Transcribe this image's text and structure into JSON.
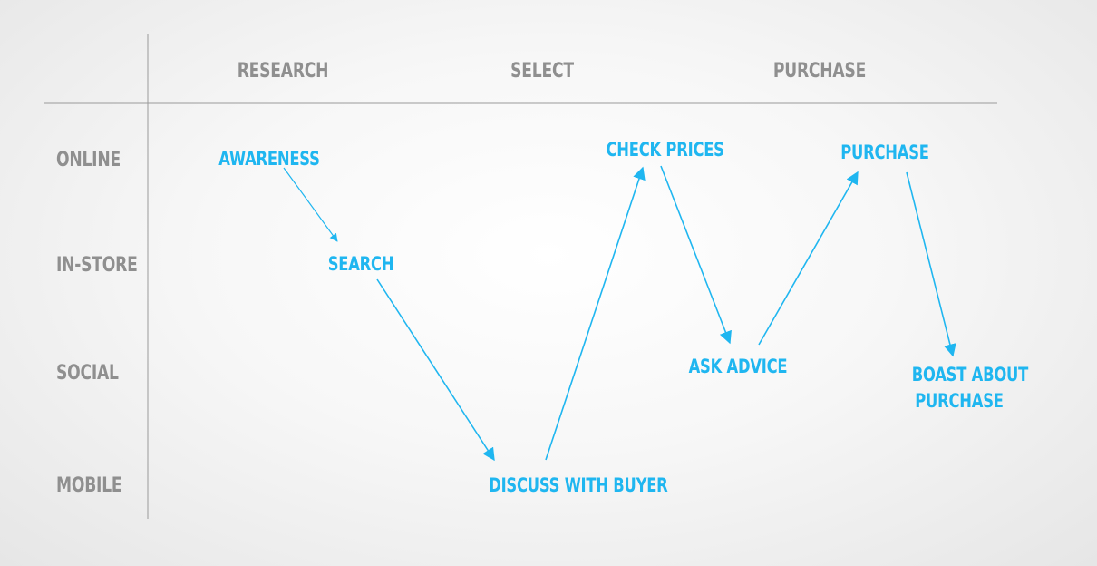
{
  "columns": [
    "RESEARCH",
    "SELECT",
    "PURCHASE"
  ],
  "rows": [
    "ONLINE",
    "IN-STORE",
    "SOCIAL",
    "MOBILE"
  ],
  "nodes": {
    "awareness": "AWARENESS",
    "search": "SEARCH",
    "discuss_with_buyer": "DISCUSS WITH BUYER",
    "check_prices": "CHECK PRICES",
    "ask_advice": "ASK ADVICE",
    "purchase": "PURCHASE",
    "boast_line1": "BOAST ABOUT",
    "boast_line2": "PURCHASE"
  },
  "colors": {
    "accent": "#1fb6f0",
    "header_text": "#8f8f8f",
    "grid_line": "#9a9a9a"
  }
}
